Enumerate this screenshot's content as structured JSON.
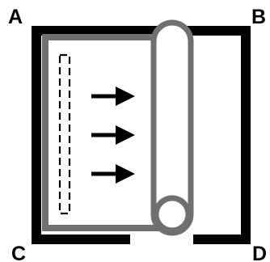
{
  "labels": {
    "top_left": "A",
    "top_right": "B",
    "bottom_left": "C",
    "bottom_right": "D"
  },
  "colors": {
    "frame": "#000000",
    "sheet": "#707070",
    "sheet_fill": "#ffffff",
    "arrows": "#000000",
    "dashed_marker": "#000000",
    "background": "#ffffff"
  },
  "icons": {
    "arrow": "right-arrow-icon",
    "roll": "roll-cylinder-icon",
    "marker": "dashed-rectangle-icon"
  },
  "arrow_count": 3
}
